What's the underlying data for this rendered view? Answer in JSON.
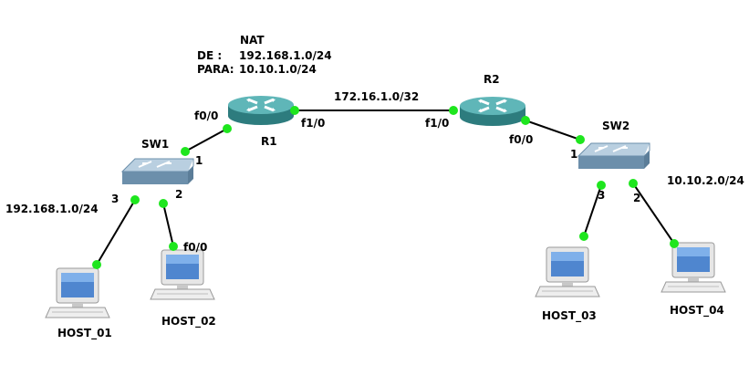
{
  "nat": {
    "title": "NAT",
    "de_label": "DE :",
    "de_value": "192.168.1.0/24",
    "para_label": "PARA:",
    "para_value": "10.10.1.0/24"
  },
  "networks": {
    "wan": "172.16.1.0/32",
    "lan_left": "192.168.1.0/24",
    "lan_right": "10.10.2.0/24"
  },
  "devices": {
    "r1": "R1",
    "r2": "R2",
    "sw1": "SW1",
    "sw2": "SW2",
    "host1": "HOST_01",
    "host2": "HOST_02",
    "host3": "HOST_03",
    "host4": "HOST_04"
  },
  "ports": {
    "r1_f00": "f0/0",
    "r1_f10": "f1/0",
    "r2_f10": "f1/0",
    "r2_f00": "f0/0",
    "sw1_p1": "1",
    "sw1_p2": "2",
    "sw1_p3": "3",
    "host2_f00": "f0/0",
    "sw2_p1": "1",
    "sw2_p2": "2",
    "sw2_p3": "3"
  },
  "colors": {
    "router": "#3f9a9c",
    "switch": "#7fa3bf",
    "link_dot": "#1ee61e",
    "screen": "#5a8fd6"
  }
}
